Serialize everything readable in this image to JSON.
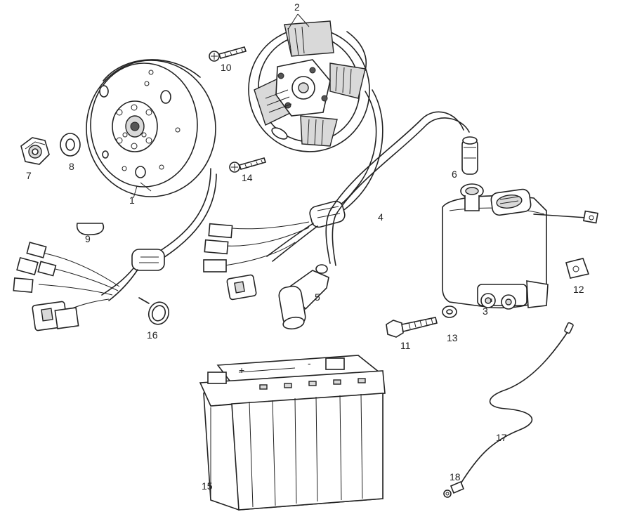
{
  "diagram": {
    "part_labels": [
      "1",
      "2",
      "3",
      "4",
      "5",
      "6",
      "7",
      "8",
      "9",
      "10",
      "11",
      "12",
      "13",
      "14",
      "15",
      "16",
      "17",
      "18"
    ],
    "parts": [
      {
        "id": "1",
        "name": "flywheel-rotor"
      },
      {
        "id": "2",
        "name": "stator-coils"
      },
      {
        "id": "3",
        "name": "ignition-coil-cdi"
      },
      {
        "id": "4",
        "name": "stator-wiring-harness"
      },
      {
        "id": "5",
        "name": "spark-plug-cap"
      },
      {
        "id": "6",
        "name": "hv-lead-cap"
      },
      {
        "id": "7",
        "name": "hex-nut"
      },
      {
        "id": "8",
        "name": "washer"
      },
      {
        "id": "9",
        "name": "woodruff-key"
      },
      {
        "id": "10",
        "name": "screw"
      },
      {
        "id": "11",
        "name": "bolt"
      },
      {
        "id": "12",
        "name": "ground-clip"
      },
      {
        "id": "13",
        "name": "washer"
      },
      {
        "id": "14",
        "name": "screw"
      },
      {
        "id": "15",
        "name": "battery"
      },
      {
        "id": "16",
        "name": "cable-tie"
      },
      {
        "id": "17",
        "name": "ground-cable"
      },
      {
        "id": "18",
        "name": "cable-terminal"
      }
    ],
    "battery_symbol_plus": "+",
    "battery_symbol_minus": "-"
  }
}
